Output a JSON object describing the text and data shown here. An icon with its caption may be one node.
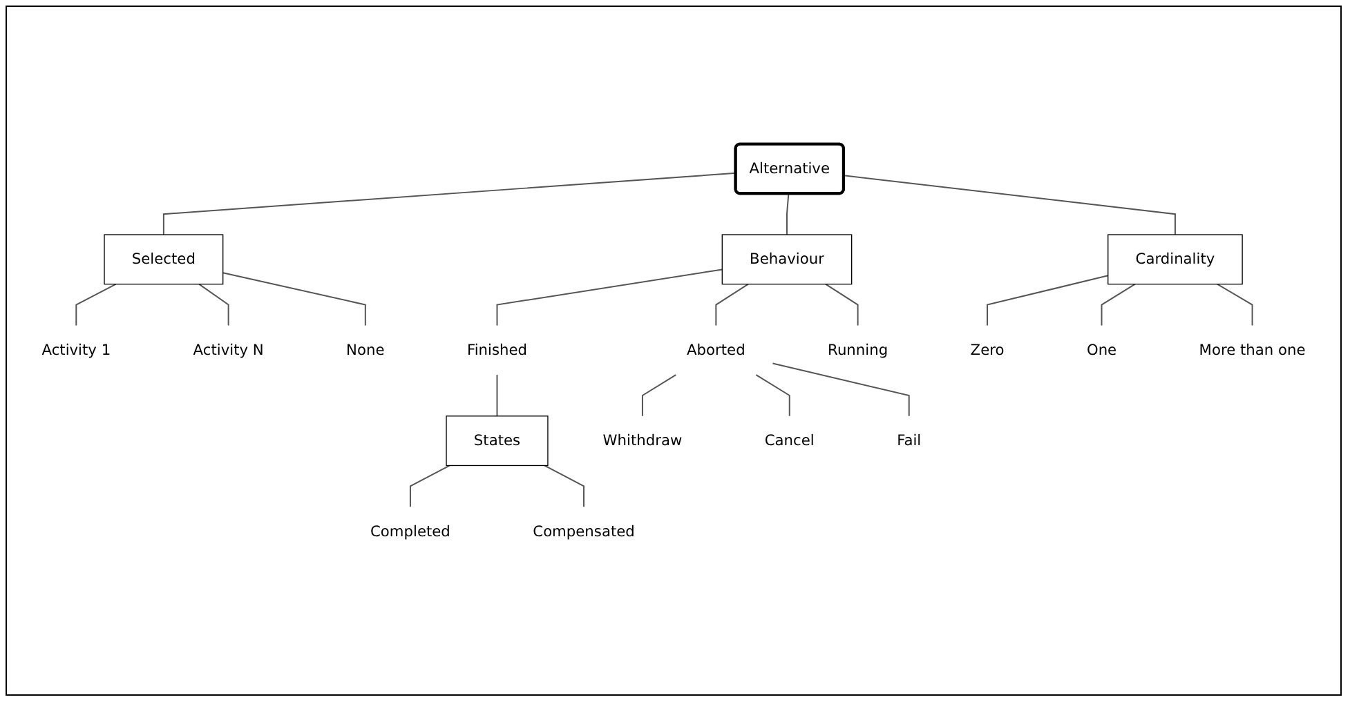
{
  "diagram": {
    "nodes": [
      {
        "text": [
          "Alternative"
        ]
      },
      {
        "text": [
          "Selected"
        ]
      },
      {
        "text": [
          "Behaviour"
        ]
      },
      {
        "text": [
          "Cardinality"
        ]
      },
      {
        "text": [
          "Activity 1"
        ]
      },
      {
        "text": [
          "Activity N"
        ]
      },
      {
        "text": [
          "None"
        ]
      },
      {
        "text": [
          "Finished"
        ]
      },
      {
        "text": [
          "Aborted"
        ]
      },
      {
        "text": [
          "Running"
        ]
      },
      {
        "text": [
          "States"
        ]
      },
      {
        "text": [
          "Completed"
        ]
      },
      {
        "text": [
          "Compensated"
        ]
      },
      {
        "text": [
          "Whithdraw"
        ]
      },
      {
        "text": [
          "Cancel"
        ]
      },
      {
        "text": [
          "Fail"
        ]
      },
      {
        "text": [
          "Zero"
        ]
      },
      {
        "text": [
          "One"
        ]
      },
      {
        "text": [
          "More than one"
        ]
      }
    ],
    "edges": [
      {
        "from": 0,
        "to": 1,
        "arrow": "none"
      },
      {
        "from": 0,
        "to": 2,
        "arrow": "none"
      },
      {
        "from": 0,
        "to": 3,
        "arrow": "none"
      },
      {
        "from": 1,
        "to": 4,
        "arrow": "none"
      },
      {
        "from": 1,
        "to": 5,
        "arrow": "none"
      },
      {
        "from": 1,
        "to": 6,
        "arrow": "none"
      },
      {
        "from": 2,
        "to": 7,
        "arrow": "none"
      },
      {
        "from": 2,
        "to": 8,
        "arrow": "none"
      },
      {
        "from": 2,
        "to": 9,
        "arrow": "none"
      },
      {
        "from": 7,
        "to": 10,
        "arrow": "none"
      },
      {
        "from": 10,
        "to": 11,
        "arrow": "none"
      },
      {
        "from": 10,
        "to": 12,
        "arrow": "none"
      },
      {
        "from": 8,
        "to": 13,
        "arrow": "none"
      },
      {
        "from": 8,
        "to": 14,
        "arrow": "none"
      },
      {
        "from": 8,
        "to": 15,
        "arrow": "none"
      },
      {
        "from": 3,
        "to": 16,
        "arrow": "none"
      },
      {
        "from": 3,
        "to": 17,
        "arrow": "none"
      },
      {
        "from": 3,
        "to": 18,
        "arrow": "none"
      }
    ]
  }
}
